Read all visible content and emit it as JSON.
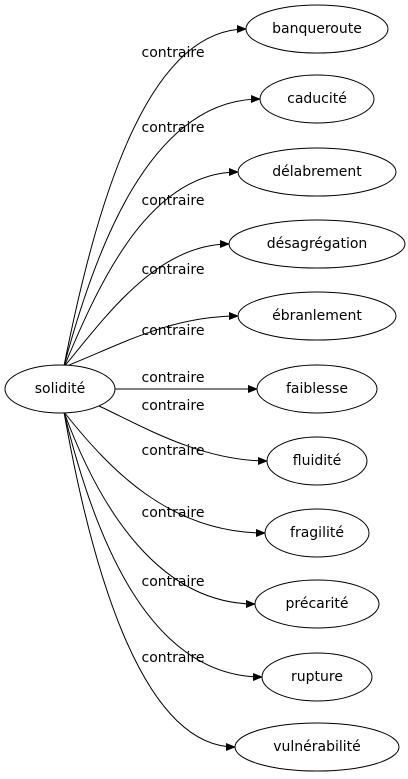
{
  "diagram": {
    "source": {
      "label": "solidité"
    },
    "edges": [
      {
        "relation": "contraire",
        "target": "banqueroute"
      },
      {
        "relation": "contraire",
        "target": "caducité"
      },
      {
        "relation": "contraire",
        "target": "délabrement"
      },
      {
        "relation": "contraire",
        "target": "désagrégation"
      },
      {
        "relation": "contraire",
        "target": "ébranlement"
      },
      {
        "relation": "contraire",
        "target": "faiblesse"
      },
      {
        "relation": "contraire",
        "target": "fluidité"
      },
      {
        "relation": "contraire",
        "target": "fragilité"
      },
      {
        "relation": "contraire",
        "target": "précarité"
      },
      {
        "relation": "contraire",
        "target": "rupture"
      },
      {
        "relation": "contraire",
        "target": "vulnérabilité"
      }
    ]
  }
}
